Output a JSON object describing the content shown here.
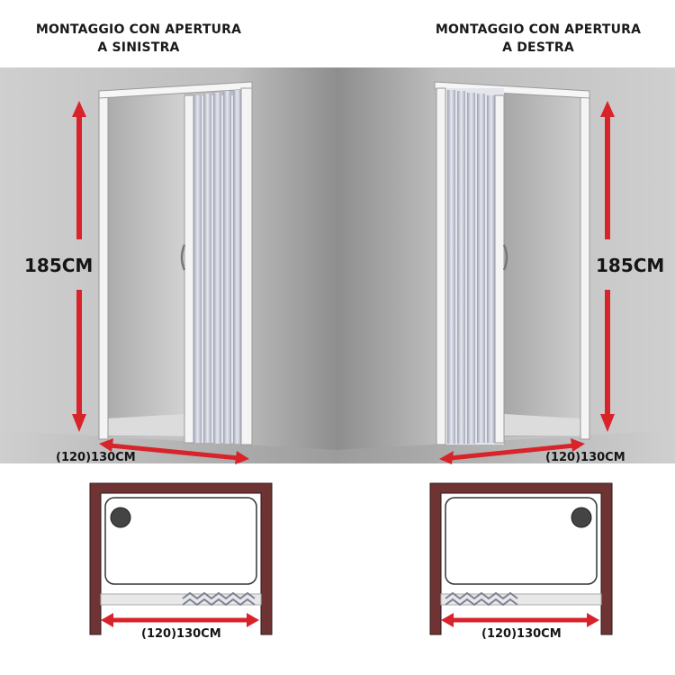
{
  "left": {
    "title_line1": "MONTAGGIO CON APERTURA",
    "title_line2": "A SINISTRA",
    "height_label": "185CM",
    "width_label": "(120)130CM",
    "plan_width_label": "(120)130CM"
  },
  "right": {
    "title_line1": "MONTAGGIO CON APERTURA",
    "title_line2": "A DESTRA",
    "height_label": "185CM",
    "width_label": "(120)130CM",
    "plan_width_label": "(120)130CM"
  },
  "colors": {
    "arrow": "#d8232a",
    "wall_frame": "#6e3434",
    "panel": "#d0d3dc",
    "frame": "#f4f4f4",
    "drain": "#444444"
  }
}
